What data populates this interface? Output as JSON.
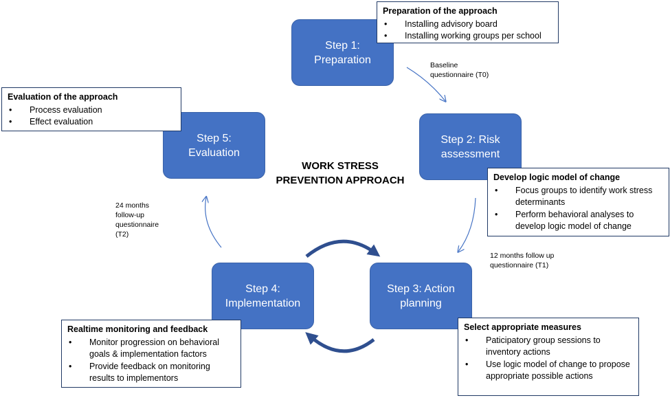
{
  "title_lines": [
    "WORK STRESS",
    "PREVENTION APPROACH"
  ],
  "steps": [
    {
      "lines": [
        "Step 1:",
        "Preparation"
      ]
    },
    {
      "lines": [
        "Step 2: Risk",
        "assessment"
      ]
    },
    {
      "lines": [
        "Step 3: Action",
        "planning"
      ]
    },
    {
      "lines": [
        "Step 4:",
        "Implementation"
      ]
    },
    {
      "lines": [
        "Step 5:",
        "Evaluation"
      ]
    }
  ],
  "boxes": {
    "preparation": {
      "title": "Preparation of the approach",
      "items": [
        "Installing advisory board",
        "Installing working groups per school"
      ]
    },
    "evaluation": {
      "title": "Evaluation of the approach",
      "items": [
        "Process evaluation",
        "Effect evaluation"
      ]
    },
    "logic_model": {
      "title": "Develop logic model of change",
      "items": [
        "Focus groups to identify work stress determinants",
        "Perform behavioral analyses to develop logic model of change"
      ]
    },
    "monitoring": {
      "title": "Realtime monitoring and feedback",
      "items": [
        "Monitor progression on behavioral goals & implementation factors",
        "Provide feedback on monitoring results to implementors"
      ]
    },
    "measures": {
      "title": "Select appropriate measures",
      "items": [
        "Paticipatory group sessions to inventory actions",
        "Use logic model of change to propose appropriate possible actions"
      ]
    }
  },
  "notes": {
    "t0": [
      "Baseline",
      "questionnaire (T0)"
    ],
    "t1": [
      "12 months follow up",
      "questionnaire (T1)"
    ],
    "t2": [
      "24 months",
      "follow-up",
      "questionnaire",
      "(T2)"
    ]
  },
  "colors": {
    "step_fill": "#4472c4",
    "box_border": "#1f3864",
    "arrow": "#4472c4",
    "cycle_arrow": "#2f4f8f"
  }
}
